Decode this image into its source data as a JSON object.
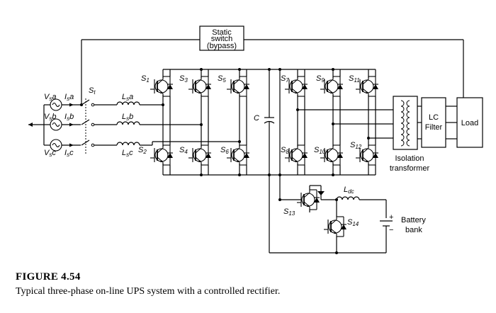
{
  "labels": {
    "static_switch": [
      "Static",
      "switch",
      "(bypass)"
    ],
    "st": "S",
    "st_sub": "t",
    "va": [
      "V",
      "s",
      "a"
    ],
    "vb": [
      "V",
      "s",
      "b"
    ],
    "vc": [
      "V",
      "s",
      "c"
    ],
    "ia": [
      "I",
      "s",
      "a"
    ],
    "ib": [
      "I",
      "s",
      "b"
    ],
    "ic": [
      "I",
      "s",
      "c"
    ],
    "lsa": [
      "L",
      "s",
      "a"
    ],
    "lsb": [
      "L",
      "s",
      "b"
    ],
    "lsc": [
      "L",
      "s",
      "c"
    ],
    "cap": "C",
    "s": "S",
    "s1": "1",
    "s2": "2",
    "s3": "3",
    "s4": "4",
    "s5": "5",
    "s6": "6",
    "s7": "7",
    "s8": "8",
    "s9": "9",
    "s10": "10",
    "s11": "11",
    "s12": "12",
    "s13": "13",
    "s14": "14",
    "ldc": "L",
    "ldc_sub": "dc",
    "lc_filter": [
      "LC",
      "Filter"
    ],
    "load": "Load",
    "isolation": [
      "Isolation",
      "transformer"
    ],
    "battery": [
      "Battery",
      "bank"
    ],
    "plus": "+",
    "minus": "−"
  },
  "caption": {
    "figure": "FIGURE 4.54",
    "text": "Typical three-phase on-line UPS system with a controlled rectifier."
  }
}
